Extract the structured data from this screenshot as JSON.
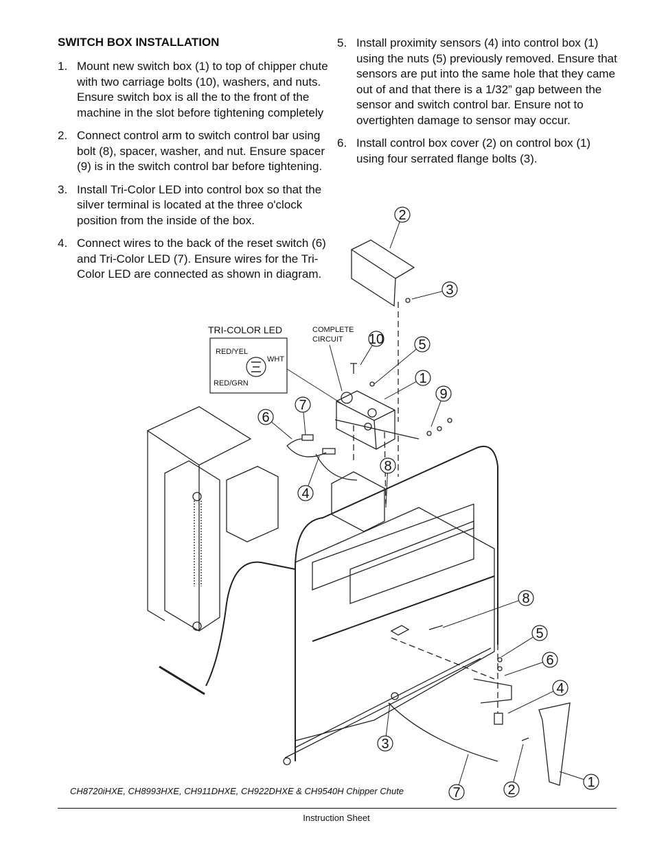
{
  "heading": "SWITCH BOX INSTALLATION",
  "steps": [
    {
      "num": "1.",
      "text": "Mount new switch box (1) to top of chipper chute with two carriage bolts (10), washers, and nuts. Ensure switch box is all the to the front of the machine in the slot before tightening completely"
    },
    {
      "num": "2.",
      "text": "Connect control arm to switch control bar using bolt (8), spacer, washer, and nut. Ensure spacer (9) is in the switch control bar before tightening."
    },
    {
      "num": "3.",
      "text": "Install Tri-Color LED into control box so that the silver terminal is located at the three o'clock position from the inside of the box."
    },
    {
      "num": "4.",
      "text": "Connect wires to the back of the reset switch (6) and Tri-Color LED (7). Ensure wires for the Tri-Color LED are connected as shown in diagram."
    },
    {
      "num": "5.",
      "text": "Install proximity sensors (4) into control box (1) using the nuts (5) previously removed. Ensure that sensors are put into the same hole that they came out of and that there is a 1/32” gap between the sensor and switch control bar. Ensure not to overtighten damage to sensor may occur."
    },
    {
      "num": "6.",
      "text": "Install control box cover (2) on control box (1) using four serrated flange bolts (3)."
    }
  ],
  "led_inset": {
    "title": "TRI-COLOR LED",
    "red_yel": "RED/YEL",
    "wht": "WHT",
    "red_grn": "RED/GRN"
  },
  "complete_circuit": [
    "COMPLETE",
    "CIRCUIT"
  ],
  "callouts": [
    "2",
    "3",
    "10",
    "5",
    "1",
    "9",
    "7",
    "6",
    "8",
    "4",
    "8",
    "5",
    "6",
    "4",
    "3",
    "1",
    "2",
    "7"
  ],
  "caption": "CH8720iHXE, CH8993HXE, CH911DHXE, CH922DHXE & CH9540H Chipper Chute",
  "footer": "Instruction Sheet"
}
